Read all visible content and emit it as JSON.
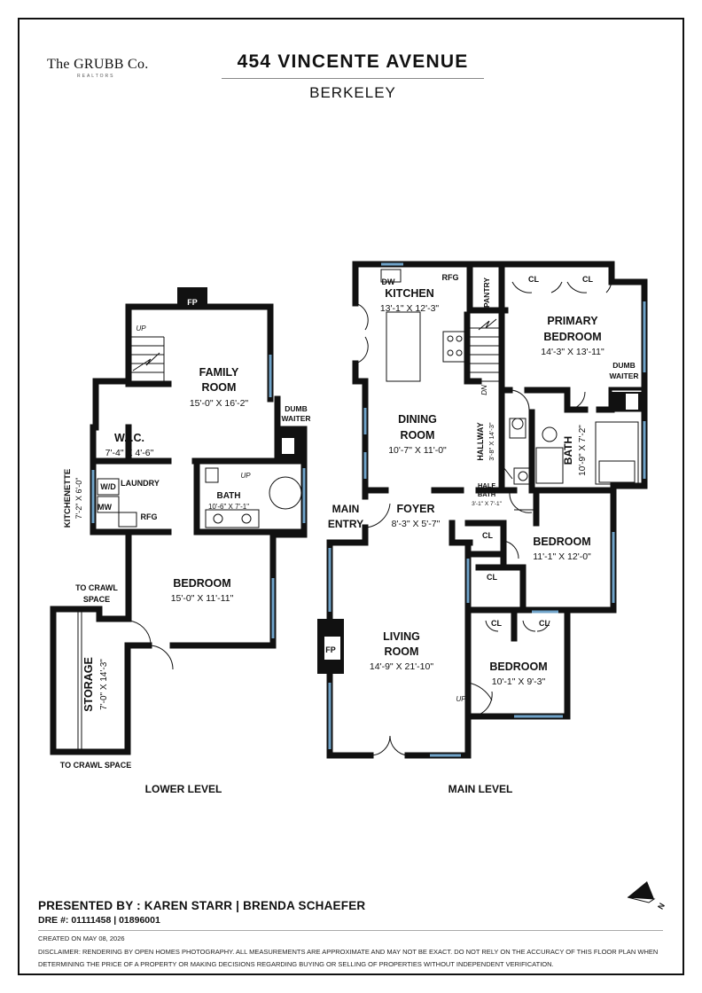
{
  "header": {
    "logo_text": "The GRUBB Co.",
    "logo_sub": "REALTORS",
    "address": "454 VINCENTE AVENUE",
    "city": "BERKELEY"
  },
  "rooms": {
    "family_room": {
      "name1": "FAMILY",
      "name2": "ROOM",
      "dim": "15'-0\" X 16'-2\""
    },
    "wic": {
      "name1": "W.I.C.",
      "dim": "7'-4\" X 4'-6\""
    },
    "laundry": {
      "name1": "LAUNDRY"
    },
    "wd": {
      "name1": "W/D"
    },
    "mw": {
      "name1": "MW"
    },
    "rfg_lower": {
      "name1": "RFG"
    },
    "kitchenette": {
      "name1": "KITCHENETTE",
      "dim": "7'-2\" X 6'-0\""
    },
    "bath_lower": {
      "name1": "BATH",
      "dim": "10'-6\" X 7'-1\""
    },
    "dumb_waiter_lower": {
      "name1": "DUMB",
      "name2": "WAITER"
    },
    "bedroom_lower": {
      "name1": "BEDROOM",
      "dim": "15'-0\" X 11'-11\""
    },
    "storage": {
      "name1": "STORAGE",
      "dim": "7'-0\" X 14'-3\""
    },
    "kitchen": {
      "name1": "KITCHEN",
      "dim": "13'-1\" X 12'-3\""
    },
    "dw": {
      "name1": "DW"
    },
    "rfg_main": {
      "name1": "RFG"
    },
    "pantry": {
      "name1": "PANTRY"
    },
    "primary_bedroom": {
      "name1": "PRIMARY",
      "name2": "BEDROOM",
      "dim": "14'-3\" X 13'-11\""
    },
    "dumb_waiter_main": {
      "name1": "DUMB",
      "name2": "WAITER"
    },
    "dining_room": {
      "name1": "DINING",
      "name2": "ROOM",
      "dim": "10'-7\" X 11'-0\""
    },
    "hallway": {
      "name1": "HALLWAY",
      "dim": "3'-8\" X 14'-3\""
    },
    "bath_main": {
      "name1": "BATH",
      "dim": "10'-9\" X 7'-2\""
    },
    "half_bath": {
      "name1": "HALF",
      "name2": "BATH",
      "dim": "3'-1\" X 7'-1\""
    },
    "main_entry": {
      "name1": "MAIN",
      "name2": "ENTRY"
    },
    "foyer": {
      "name1": "FOYER",
      "dim": "8'-3\" X 5'-7\""
    },
    "bedroom_main_1": {
      "name1": "BEDROOM",
      "dim": "11'-1\" X 12'-0\""
    },
    "living_room": {
      "name1": "LIVING",
      "name2": "ROOM",
      "dim": "14'-9\" X 21'-10\""
    },
    "bedroom_main_2": {
      "name1": "BEDROOM",
      "dim": "10'-1\" X 9'-3\""
    }
  },
  "marks": {
    "fp": "FP",
    "cl": "CL",
    "up": "UP",
    "dn": "DN",
    "to_crawl_space_1": "TO CRAWL",
    "to_crawl_space_2": "SPACE",
    "to_crawl_space_bottom": "TO CRAWL SPACE"
  },
  "levels": {
    "lower": "LOWER LEVEL",
    "main": "MAIN LEVEL"
  },
  "compass": {
    "letter": "N"
  },
  "footer": {
    "presented": "PRESENTED BY : KAREN STARR | BRENDA SCHAEFER",
    "dre": "DRE #: 01111458 | 01896001",
    "created": "CREATED ON MAY 08, 2026",
    "disclaimer": "DISCLAIMER: RENDERING BY OPEN HOMES PHOTOGRAPHY. ALL MEASUREMENTS ARE APPROXIMATE AND MAY NOT BE EXACT. DO NOT RELY ON THE ACCURACY OF THIS FLOOR PLAN WHEN DETERMINING THE PRICE OF A PROPERTY OR MAKING DECISIONS REGARDING BUYING OR SELLING OF PROPERTIES WITHOUT INDEPENDENT VERIFICATION."
  },
  "colors": {
    "wall": "#111111",
    "window": "#6fa3c9",
    "text": "#111111"
  }
}
